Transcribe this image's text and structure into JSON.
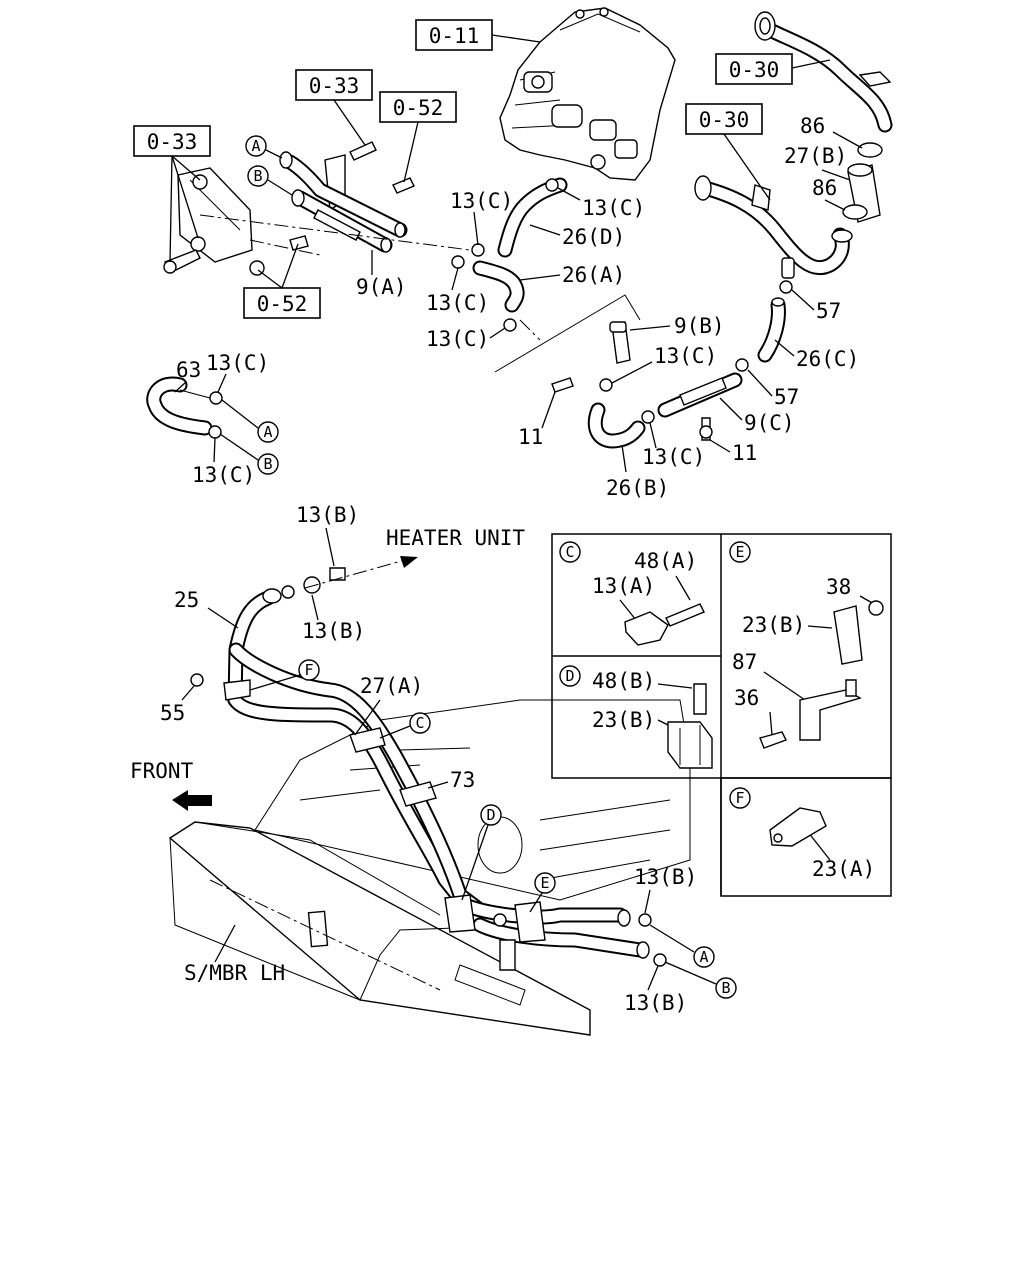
{
  "refs": {
    "r011": "0-11",
    "r030a": "0-30",
    "r030b": "0-30",
    "r033a": "0-33",
    "r033b": "0-33",
    "r052a": "0-52",
    "r052b": "0-52"
  },
  "callouts": {
    "n86a": "86",
    "n27b": "27(B)",
    "n86b": "86",
    "n13c_1": "13(C)",
    "n13c_2": "13(C)",
    "n26d": "26(D)",
    "n26a": "26(A)",
    "n9a": "9(A)",
    "n13c_3": "13(C)",
    "n13c_4": "13(C)",
    "n57a": "57",
    "n9b": "9(B)",
    "n13c_5": "13(C)",
    "n26c": "26(C)",
    "n57b": "57",
    "n9c": "9(C)",
    "n11a": "11",
    "n13c_6": "13(C)",
    "n11b": "11",
    "n26b": "26(B)",
    "n63": "63",
    "n13c_7": "13(C)",
    "n13c_8": "13(C)",
    "n13b_1": "13(B)",
    "n25": "25",
    "n13b_2": "13(B)",
    "n55": "55",
    "n27a": "27(A)",
    "n73": "73",
    "n13b_3": "13(B)",
    "n13b_4": "13(B)",
    "heater_unit": "HEATER UNIT",
    "front": "FRONT",
    "smbr": "S/MBR LH"
  },
  "circle_letters": {
    "a": "A",
    "b": "B",
    "c": "C",
    "d": "D",
    "e": "E",
    "f": "F"
  },
  "detail_panels": {
    "c": {
      "letter": "C",
      "labels": [
        "48(A)",
        "13(A)"
      ]
    },
    "d": {
      "letter": "D",
      "labels": [
        "48(B)",
        "23(B)"
      ]
    },
    "e": {
      "letter": "E",
      "labels": [
        "38",
        "23(B)",
        "87",
        "36"
      ]
    },
    "f": {
      "letter": "F",
      "labels": [
        "23(A)"
      ]
    }
  }
}
